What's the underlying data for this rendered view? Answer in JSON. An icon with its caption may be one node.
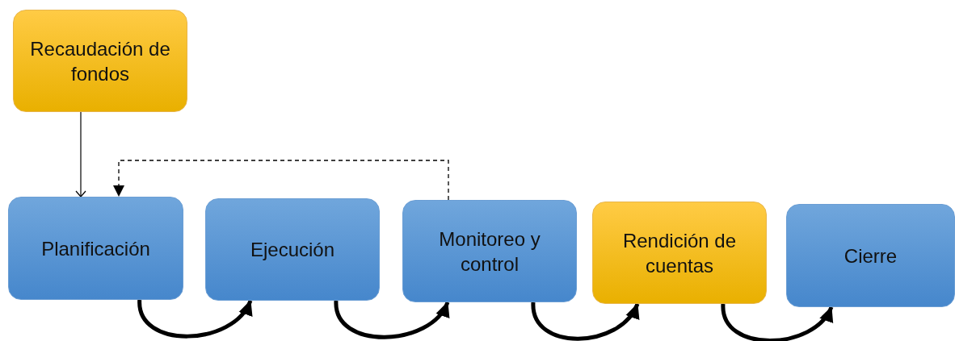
{
  "diagram": {
    "nodes": [
      {
        "text": [
          "Recaudación de fondos"
        ]
      },
      {
        "text": [
          "Planificación"
        ]
      },
      {
        "text": [
          "Ejecución"
        ]
      },
      {
        "text": [
          "Monitoreo y control"
        ]
      },
      {
        "text": [
          "Rendición de cuentas"
        ]
      },
      {
        "text": [
          "Cierre"
        ]
      }
    ],
    "edges": [
      {
        "from": 0,
        "to": 1,
        "arrow": "to"
      },
      {
        "from": 3,
        "to": 1,
        "arrow": "to",
        "style": "dashed"
      },
      {
        "from": 1,
        "to": 2,
        "arrow": "to"
      },
      {
        "from": 2,
        "to": 3,
        "arrow": "to"
      },
      {
        "from": 3,
        "to": 4,
        "arrow": "to"
      },
      {
        "from": 4,
        "to": 5,
        "arrow": "to"
      }
    ]
  }
}
